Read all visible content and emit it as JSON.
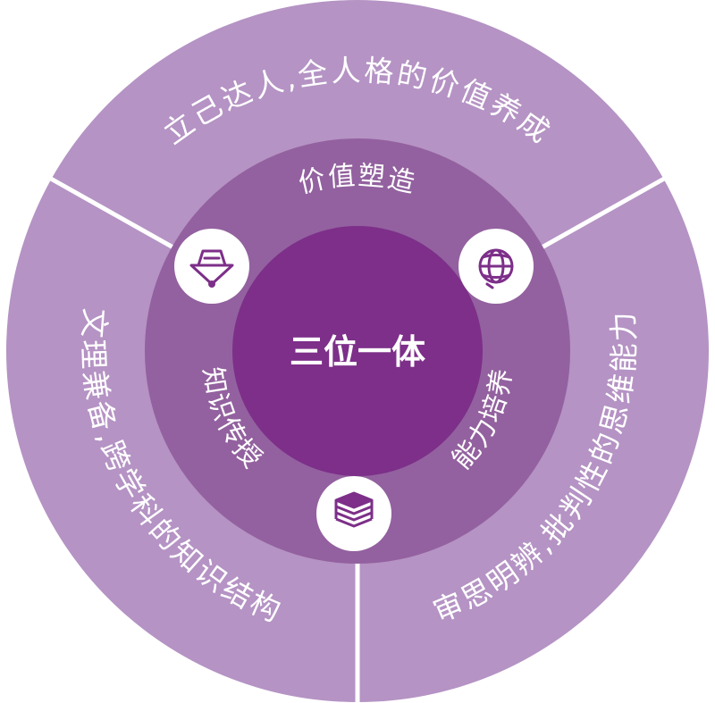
{
  "center": {
    "title": "三位一体"
  },
  "middle_ring": {
    "top": "价值塑造",
    "left": "知识传授",
    "right": "能力培养"
  },
  "outer_ring": {
    "top": "立己达人,全人格的价值养成",
    "left": "文理兼备,跨学科的知识结构",
    "right": "审思明辨,批判性的思维能力"
  },
  "icons": [
    "value-compass-icon",
    "globe-icon",
    "books-stack-icon"
  ],
  "colors": {
    "outer_ring": "#b593c4",
    "middle_ring": "#93619f",
    "center": "#7d2f89",
    "divider": "#ffffff",
    "icon": "#7d2f89"
  }
}
